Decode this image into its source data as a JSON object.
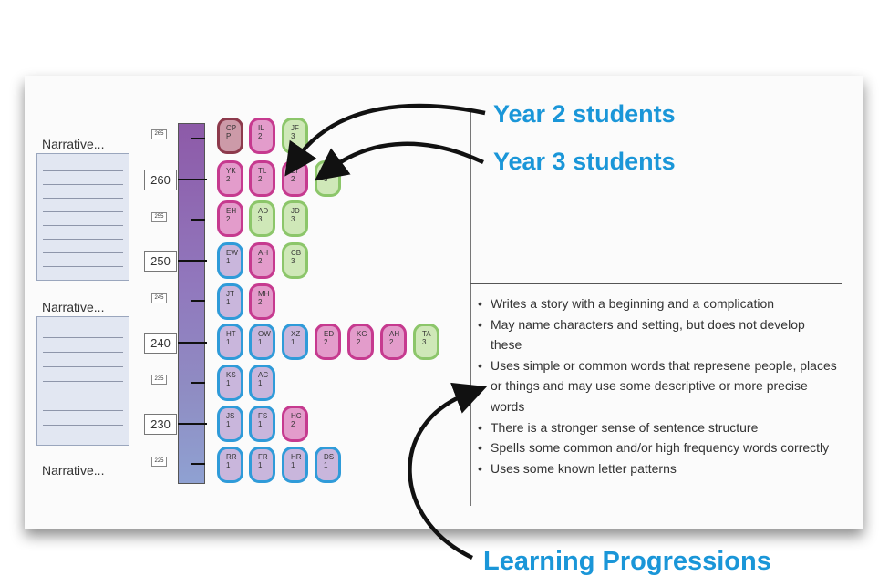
{
  "labels": {
    "narrative_1": "Narrative...",
    "narrative_2": "Narrative...",
    "narrative_3": "Narrative..."
  },
  "scale": {
    "major": [
      "260",
      "250",
      "240",
      "230"
    ],
    "minor": [
      "265",
      "255",
      "245",
      "235",
      "225"
    ]
  },
  "rows": [
    {
      "students": [
        {
          "i": "CP",
          "y": "P",
          "c": "brown"
        },
        {
          "i": "IL",
          "y": "2",
          "c": "magenta"
        },
        {
          "i": "JF",
          "y": "3",
          "c": "green"
        }
      ]
    },
    {
      "students": [
        {
          "i": "YK",
          "y": "2",
          "c": "magenta"
        },
        {
          "i": "TL",
          "y": "2",
          "c": "magenta"
        },
        {
          "i": "LT",
          "y": "2",
          "c": "magenta"
        },
        {
          "i": "PF",
          "y": "3",
          "c": "green"
        }
      ]
    },
    {
      "students": [
        {
          "i": "EH",
          "y": "2",
          "c": "magenta"
        },
        {
          "i": "AD",
          "y": "3",
          "c": "green"
        },
        {
          "i": "JD",
          "y": "3",
          "c": "green"
        }
      ]
    },
    {
      "students": [
        {
          "i": "EW",
          "y": "1",
          "c": "blue"
        },
        {
          "i": "AH",
          "y": "2",
          "c": "magenta"
        },
        {
          "i": "CB",
          "y": "3",
          "c": "green"
        }
      ]
    },
    {
      "students": [
        {
          "i": "JT",
          "y": "1",
          "c": "blue"
        },
        {
          "i": "MH",
          "y": "2",
          "c": "magenta"
        }
      ]
    },
    {
      "students": [
        {
          "i": "HT",
          "y": "1",
          "c": "blue"
        },
        {
          "i": "OW",
          "y": "1",
          "c": "blue"
        },
        {
          "i": "XZ",
          "y": "1",
          "c": "blue"
        },
        {
          "i": "ED",
          "y": "2",
          "c": "magenta"
        },
        {
          "i": "KG",
          "y": "2",
          "c": "magenta"
        },
        {
          "i": "AH",
          "y": "2",
          "c": "magenta"
        },
        {
          "i": "TA",
          "y": "3",
          "c": "green"
        }
      ]
    },
    {
      "students": [
        {
          "i": "KS",
          "y": "1",
          "c": "blue"
        },
        {
          "i": "AC",
          "y": "1",
          "c": "blue"
        }
      ]
    },
    {
      "students": [
        {
          "i": "JS",
          "y": "1",
          "c": "blue"
        },
        {
          "i": "FS",
          "y": "1",
          "c": "blue"
        },
        {
          "i": "HC",
          "y": "2",
          "c": "magenta"
        }
      ]
    },
    {
      "students": [
        {
          "i": "RR",
          "y": "1",
          "c": "blue"
        },
        {
          "i": "FR",
          "y": "1",
          "c": "blue"
        },
        {
          "i": "HR",
          "y": "1",
          "c": "blue"
        },
        {
          "i": "DS",
          "y": "1",
          "c": "blue"
        }
      ]
    }
  ],
  "colors": {
    "blue": {
      "border": "#2f9bd9",
      "fill": "#c9b6dc"
    },
    "magenta": {
      "border": "#c63a8f",
      "fill": "#e39ccb"
    },
    "green": {
      "border": "#8cc66a",
      "fill": "#cfe8b8"
    },
    "brown": {
      "border": "#8d3a4c",
      "fill": "#cc9aa8"
    },
    "callout": "#1a96d8"
  },
  "descriptors": [
    "Writes a story with a beginning and a complication",
    "May name characters and setting, but does not develop these",
    "Uses simple or common words that represene people, places or things and may use some descriptive or more precise words",
    "There is a stronger sense of sentence structure",
    "Spells some common and/or high frequency words correctly",
    "Uses some known letter patterns"
  ],
  "callouts": {
    "year2": "Year 2 students",
    "year3": "Year 3 students",
    "learning": "Learning Progressions"
  },
  "icons": [
    "writing-sample-thumbnail",
    "arrow"
  ]
}
